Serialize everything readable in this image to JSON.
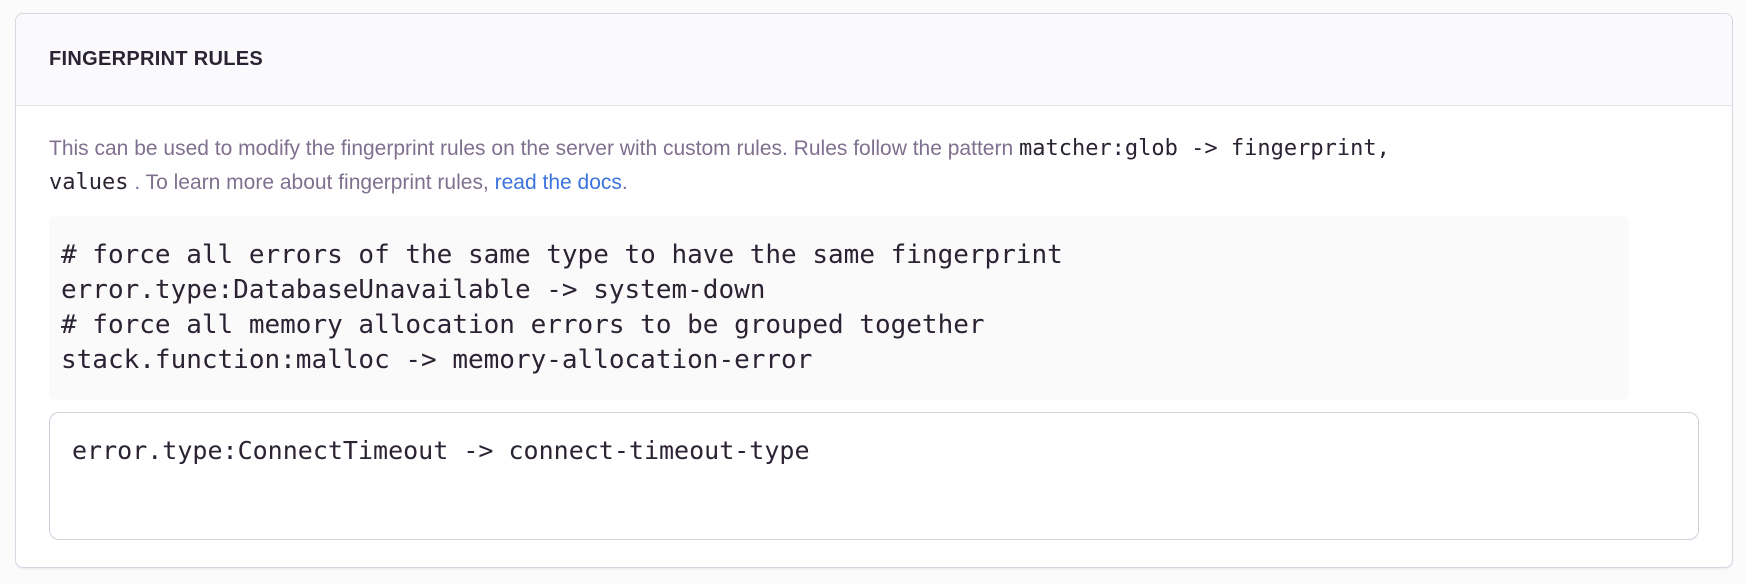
{
  "panel": {
    "title": "FINGERPRINT RULES",
    "description": {
      "text_before": "This can be used to modify the fingerprint rules on the server with custom rules. Rules follow the pattern ",
      "pattern_code_line1": "matcher:glob -> fingerprint,",
      "pattern_code_line2": "values",
      "text_after": " . To learn more about fingerprint rules, ",
      "link_label": "read the docs",
      "link_suffix": "."
    },
    "code_example": "# force all errors of the same type to have the same fingerprint\nerror.type:DatabaseUnavailable -> system-down\n# force all memory allocation errors to be grouped together\nstack.function:malloc -> memory-allocation-error",
    "rules_input": {
      "value": "error.type:ConnectTimeout -> connect-timeout-type"
    }
  },
  "colors": {
    "heading_text": "#2b2233",
    "body_text": "#80708f",
    "link": "#3c74dd",
    "code_block_bg": "#fafafb",
    "panel_border": "#dbd4e2",
    "input_border": "#d4cddc"
  }
}
